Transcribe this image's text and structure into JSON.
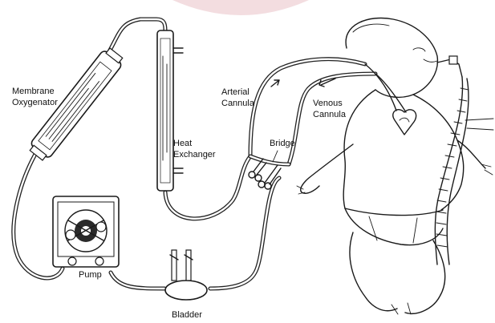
{
  "labels": {
    "membrane_oxygenator": [
      "Membrane",
      "Oxygenator"
    ],
    "heat_exchanger": [
      "Heat",
      "Exchanger"
    ],
    "arterial_cannula": [
      "Arterial",
      "Cannula"
    ],
    "venous_cannula": [
      "Venous",
      "Cannula"
    ],
    "bridge": "Bridge",
    "pump": "Pump",
    "bladder": "Bladder"
  },
  "colors": {
    "ink": "#1a1a1a",
    "background": "#ffffff",
    "accent_shape": "#f3dde0"
  }
}
